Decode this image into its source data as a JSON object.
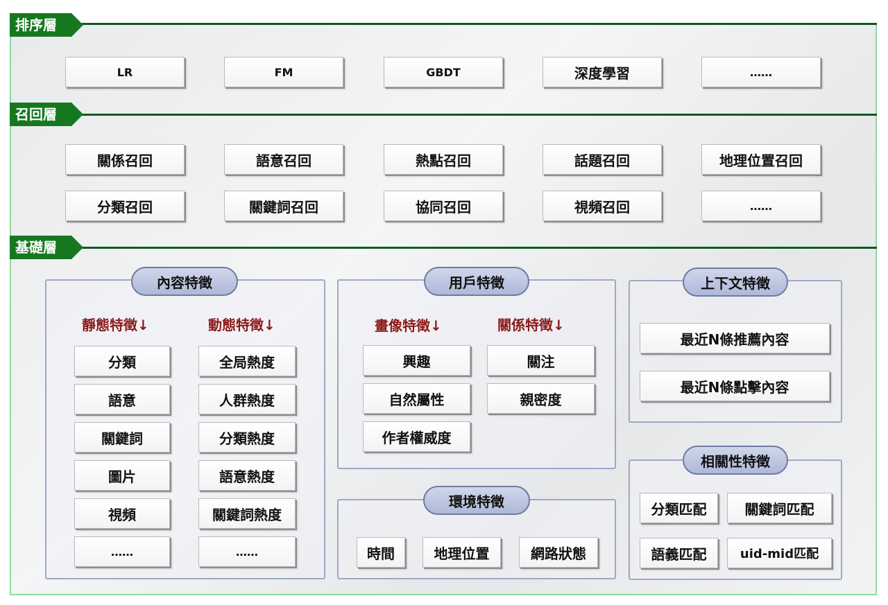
{
  "layers": {
    "ranking": {
      "label": "排序層",
      "items": [
        "LR",
        "FM",
        "GBDT",
        "深度學習",
        "……"
      ]
    },
    "recall": {
      "label": "召回層",
      "row1": [
        "關係召回",
        "語意召回",
        "熱點召回",
        "話題召回",
        "地理位置召回"
      ],
      "row2": [
        "分類召回",
        "關鍵詞召回",
        "協同召回",
        "視頻召回",
        "……"
      ]
    },
    "base": {
      "label": "基礎層"
    }
  },
  "content_features": {
    "title": "內容特徵",
    "static_head": "靜態特徵↓",
    "dynamic_head": "動態特徵↓",
    "static_items": [
      "分類",
      "語意",
      "關鍵詞",
      "圖片",
      "視頻",
      "……"
    ],
    "dynamic_items": [
      "全局熱度",
      "人群熱度",
      "分類熱度",
      "語意熱度",
      "關鍵詞熱度",
      "……"
    ]
  },
  "user_features": {
    "title": "用戶特徵",
    "portrait_head": "畫像特徵↓",
    "relation_head": "關係特徵↓",
    "portrait_items": [
      "興趣",
      "自然屬性",
      "作者權威度"
    ],
    "relation_items": [
      "關注",
      "親密度"
    ]
  },
  "env_features": {
    "title": "環境特徵",
    "items": [
      "時間",
      "地理位置",
      "網路狀態"
    ]
  },
  "context_features": {
    "title": "上下文特徵",
    "items": [
      "最近N條推薦內容",
      "最近N條點擊內容"
    ]
  },
  "relevance_features": {
    "title": "相關性特徵",
    "items": [
      "分類匹配",
      "關鍵詞匹配",
      "語義匹配",
      "uid-mid匹配"
    ]
  },
  "colors": {
    "layer_tag": "#15781f",
    "divider": "#0e5a1f",
    "subhead": "#8b1a1a",
    "pill": "#b8c1de"
  }
}
